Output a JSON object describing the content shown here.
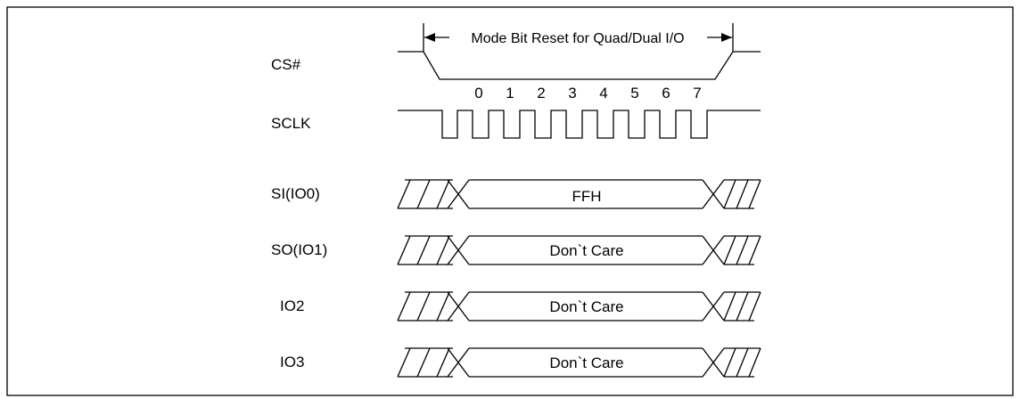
{
  "annotation": {
    "label": "Mode Bit Reset for Quad/Dual I/O"
  },
  "signals": [
    {
      "name": "CS#"
    },
    {
      "name": "SCLK",
      "clock_numbers": [
        "0",
        "1",
        "2",
        "3",
        "4",
        "5",
        "6",
        "7"
      ]
    },
    {
      "name": "SI(IO0)",
      "bus_value": "FFH"
    },
    {
      "name": "SO(IO1)",
      "bus_value": "Don`t Care"
    },
    {
      "name": "IO2",
      "bus_value": "Don`t Care"
    },
    {
      "name": "IO3",
      "bus_value": "Don`t Care"
    }
  ]
}
